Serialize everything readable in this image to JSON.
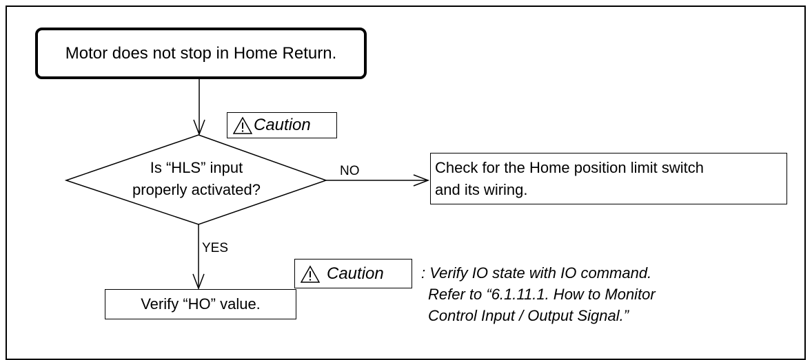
{
  "start_box": {
    "text": "Motor does not stop in Home Return."
  },
  "caution_top": {
    "label": "Caution"
  },
  "decision": {
    "line1": "Is “HLS” input",
    "line2": "properly activated?"
  },
  "no_branch": {
    "label": "NO"
  },
  "check_box": {
    "line1": "Check for the Home position limit switch",
    "line2": "and its wiring."
  },
  "yes_branch": {
    "label": "YES"
  },
  "verify_box": {
    "text": "Verify “HO” value."
  },
  "caution_bottom": {
    "label": "Caution"
  },
  "note": {
    "line1": ": Verify IO state with IO command.",
    "line2": "Refer to “6.1.11.1. How to Monitor",
    "line3": "Control Input / Output Signal.”"
  },
  "icons": {
    "caution_icon": "warning-triangle-icon"
  }
}
